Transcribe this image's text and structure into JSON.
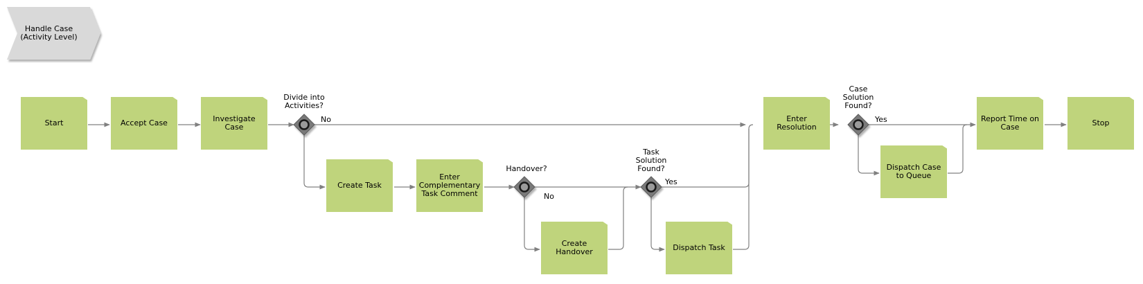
{
  "process": {
    "label": "Handle Case\n(Activity Level)"
  },
  "tasks": {
    "start": "Start",
    "accept_case": "Accept Case",
    "investigate_case": "Investigate\nCase",
    "create_task": "Create Task",
    "enter_comment": "Enter\nComplementary\nTask Comment",
    "create_handover": "Create\nHandover",
    "dispatch_task": "Dispatch Task",
    "enter_resolution": "Enter Resolution",
    "dispatch_case": "Dispatch Case\nto Queue",
    "report_time": "Report Time on\nCase",
    "stop": "Stop"
  },
  "gateways": {
    "divide": "Divide into\nActivities?",
    "handover": "Handover?",
    "task_solution": "Task\nSolution\nFound?",
    "case_solution": "Case\nSolution\nFound?"
  },
  "branches": {
    "divide_no": "No",
    "handover_no": "No",
    "task_yes": "Yes",
    "case_yes": "Yes"
  },
  "colors": {
    "task_fill": "#bfd47c",
    "connector": "#808080",
    "gateway_fill": "#7a7a7a",
    "process_fill": "#d9d9d9"
  }
}
